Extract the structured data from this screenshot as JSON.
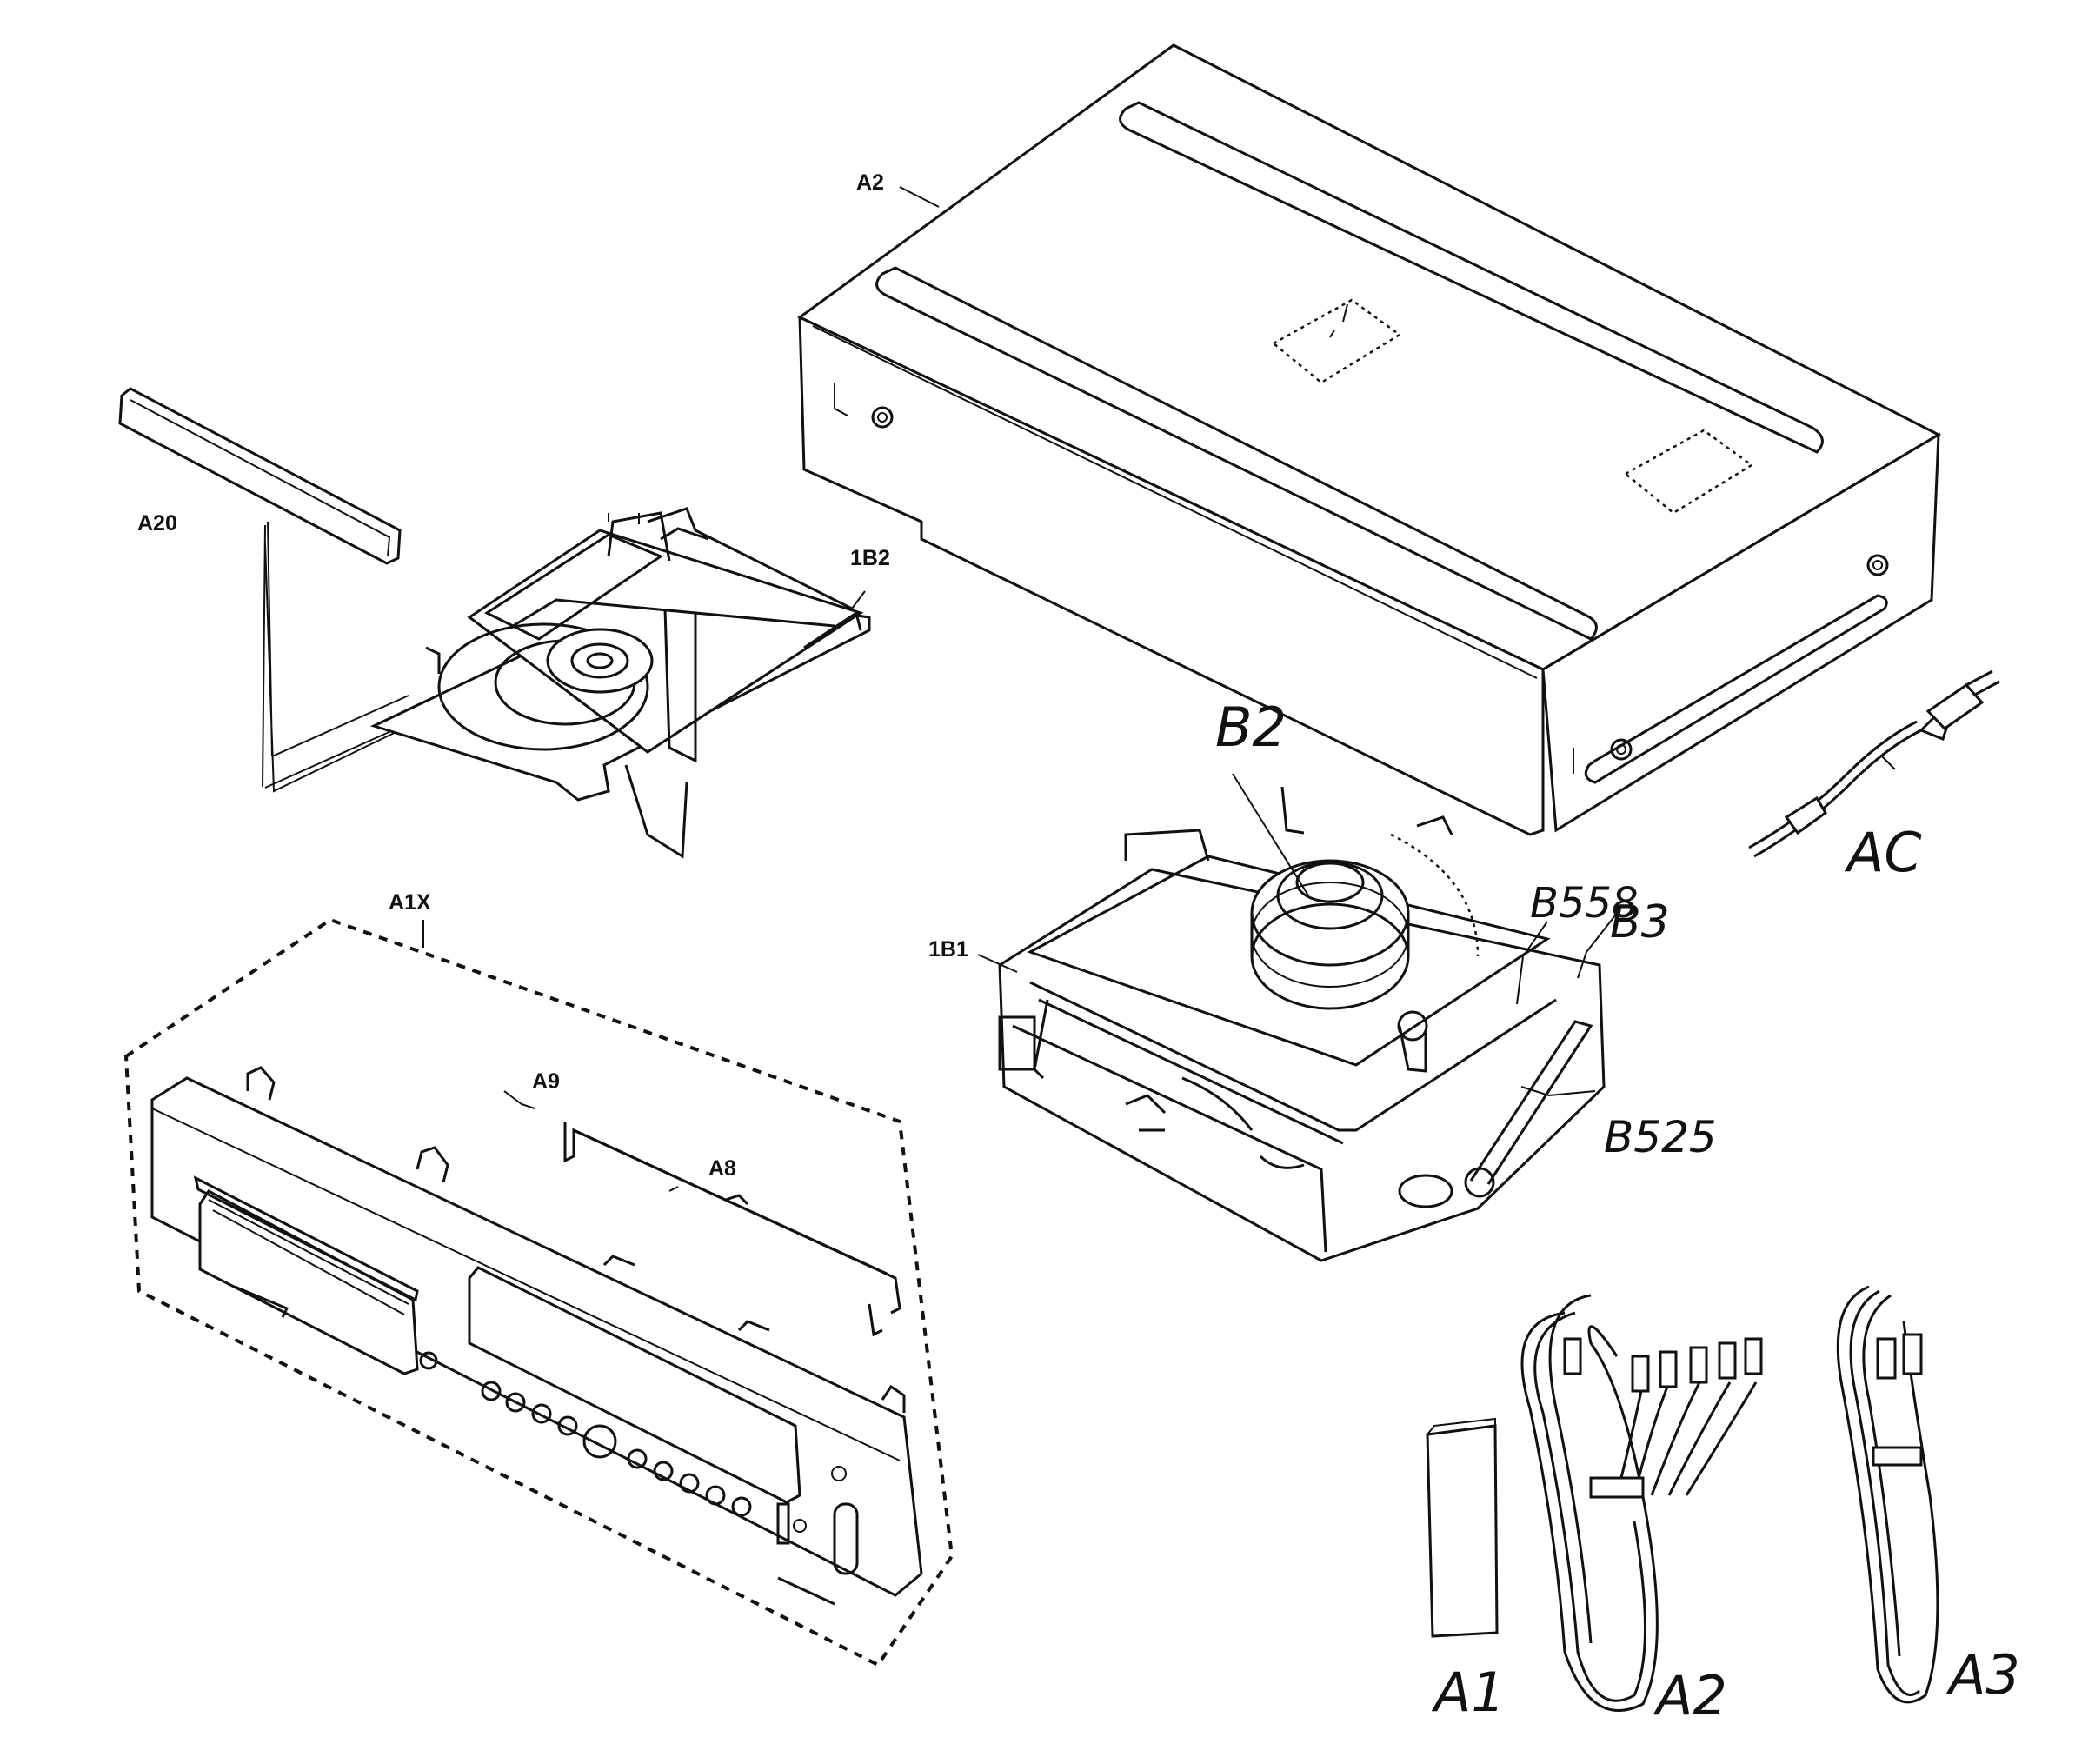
{
  "labels": {
    "a2_cover": "A2",
    "a20": "A20",
    "1b2": "1B2",
    "a1x": "A1X",
    "a9": "A9",
    "a8": "A8",
    "1b1": "1B1",
    "b2": "B2",
    "b558": "B558",
    "b3": "B3",
    "b525": "B525",
    "ac": "AC",
    "a1": "A1",
    "a2_cable": "A2",
    "a3": "A3"
  }
}
